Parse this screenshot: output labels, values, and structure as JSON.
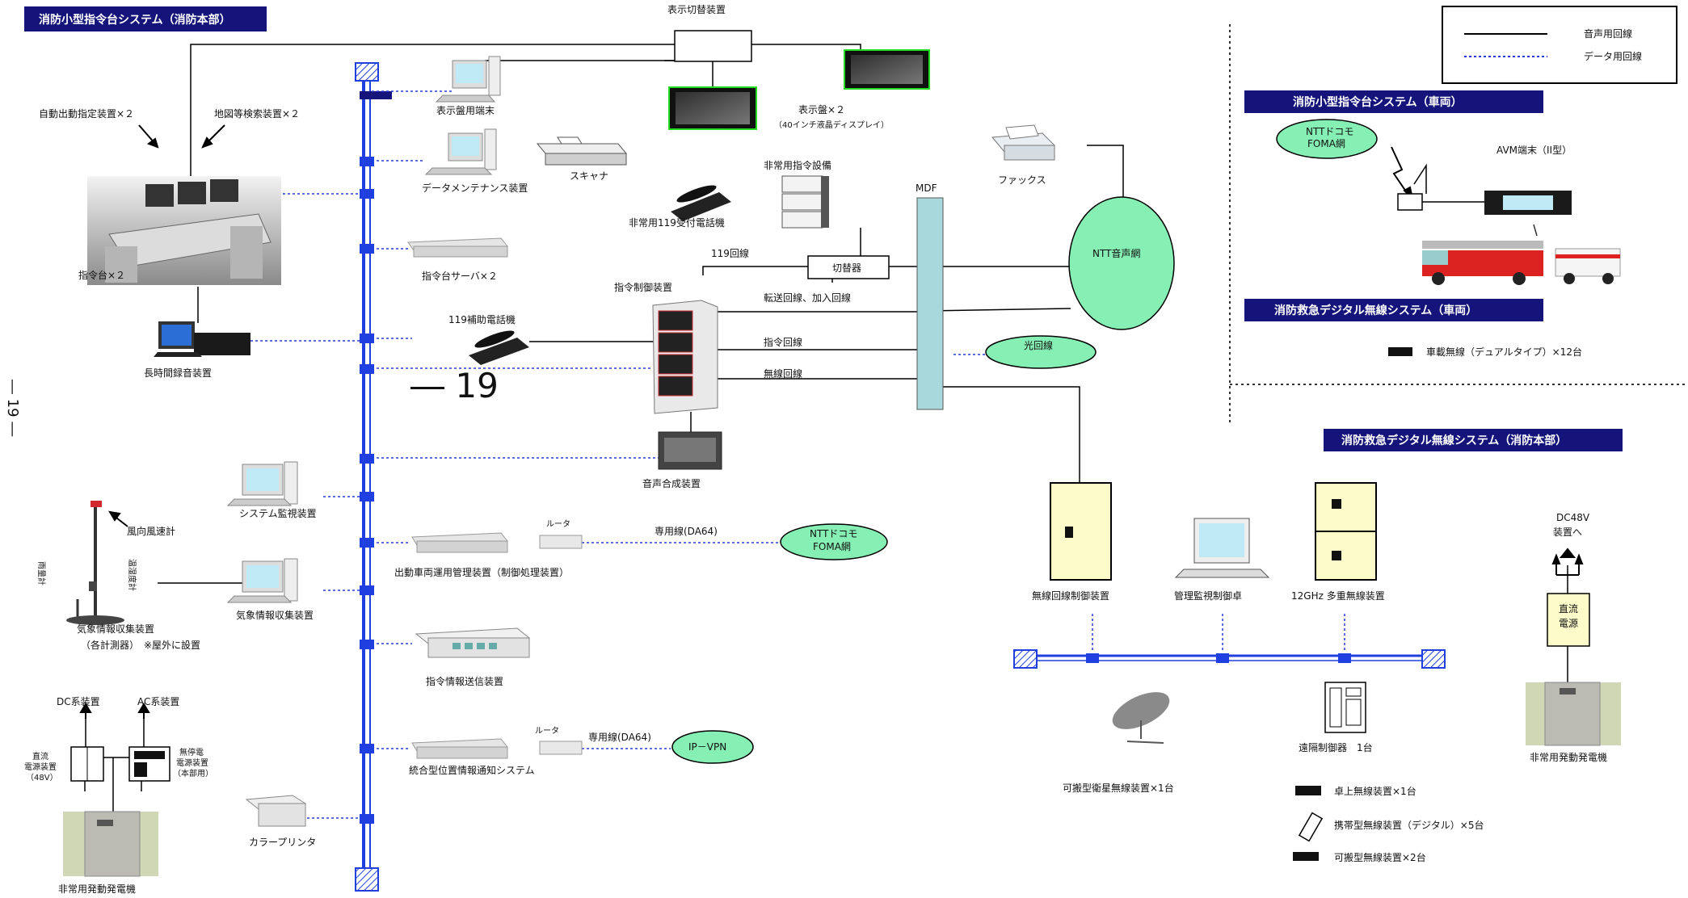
{
  "headers": {
    "main": "消防小型指令台システム（消防本部）",
    "vehicle_cmd": "消防小型指令台システム（車両）",
    "vehicle_radio": "消防救急デジタル無線システム（車両）",
    "hq_radio": "消防救急デジタル無線システム（消防本部）"
  },
  "legend": {
    "voice": "音声用回線",
    "data": "データ用回線"
  },
  "page_number": "― 19",
  "page_number_side": "― 19 ―",
  "labels": {
    "display_switch": "表示切替装置",
    "display_terminal": "表示盤用端末",
    "display_panel": "表示盤×２",
    "display_panel_note": "（40インチ液晶ディスプレイ）",
    "data_maintenance": "データメンテナンス装置",
    "scanner": "スキャナ",
    "auto_dispatch": "自動出動指定装置×２",
    "map_search": "地図等検索装置×２",
    "console": "指令台×２",
    "cmd_server": "指令台サーバ×２",
    "long_recorder": "長時間録音装置",
    "aux_phone": "119補助電話機",
    "emergency_cmd": "非常用指令設備",
    "emergency_phone": "非常用119受付電話機",
    "line119": "119回線",
    "switcher": "切替器",
    "control_unit": "指令制御装置",
    "transfer_line": "転送回線、加入回線",
    "cmd_line": "指令回線",
    "radio_line": "無線回線",
    "voice_synth": "音声合成装置",
    "mdf": "MDF",
    "fax": "ファックス",
    "ntt_voice": "NTT音声網",
    "optical": "光回線",
    "sys_monitor": "システム監視装置",
    "wind": "風向風速計",
    "weather_collect_pc": "気象情報収集装置",
    "weather_collect": "気象情報収集装置",
    "weather_note": "（各計測器）　※屋外に設置",
    "rain_gauge": "雨量計",
    "thermo": "温湿度計",
    "vehicle_mgmt": "出動車両運用管理装置（制御処理装置）",
    "router1": "ルータ",
    "dedicated1": "専用線(DA64)",
    "docomo_hq": "NTTドコモ\nFOMA網",
    "cmd_send": "指令情報送信装置",
    "router2": "ルータ",
    "dedicated2": "専用線(DA64)",
    "ipvpn": "IP－VPN",
    "position_notify": "統合型位置情報通知システム",
    "color_printer": "カラープリンタ",
    "dc_sys": "DC系装置",
    "ac_sys": "AC系装置",
    "dc_power": "直流\n電源装置\n（48V）",
    "ups": "無停電\n電源装置\n（本部用）",
    "generator_left": "非常用発動発電機",
    "docomo_vehicle": "NTTドコモ\nFOMA網",
    "avm": "AVM端末（II型）",
    "vehicle_radio_item": "車載無線（デュアルタイプ）×12台",
    "radio_ctrl": "無線回線制御装置",
    "mgmt_console": "管理監視制御卓",
    "ghz": "12GHz 多重無線装置",
    "dc48": "DC48V\n装置へ",
    "dc_supply": "直流\n電源",
    "sat_radio": "可搬型衛星無線装置×1台",
    "remote_ctrl": "遠隔制御器　1台",
    "desk_radio": "卓上無線装置×1台",
    "portable_digital": "携帯型無線装置（デジタル）×5台",
    "portable_radio": "可搬型無線装置×2台",
    "generator_right": "非常用発動発電機"
  },
  "colors": {
    "header_bg": "#14147a",
    "bus": "#1f3fe0",
    "data_line": "#2a3ad6",
    "ellipse_fill": "#86efb4",
    "mdf_fill": "#a9d8dc",
    "cabinet_fill": "#fdfbc9"
  }
}
